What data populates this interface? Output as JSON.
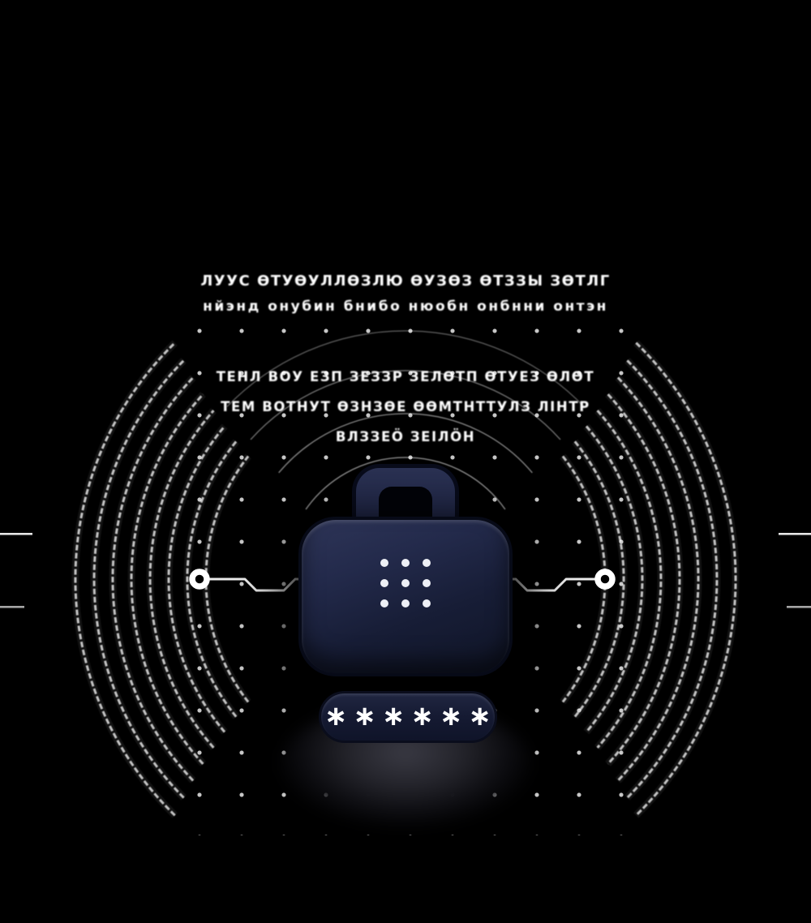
{
  "scene": {
    "background_color": "#000000",
    "foreground_color": "#ffffff",
    "briefcase_color": "#1c2240",
    "briefcase_outline_color": "#070a17"
  },
  "heading": {
    "line1": "ЛУУС ӨТУӨУЛЛӨЗЛЮ ӨУЗӨЗ ӨТЗЗЫ ЗӨТЛГ",
    "line2": "нйэнд онубин бнибо нюобн онбнни онтэн"
  },
  "body_text": {
    "line1": "ТЕНЛ ВОУ ЕЗП ЗЕЗЗР ЗЕЛӨТП ӨТУЕЗ ӨЛӨТ",
    "line2": "ТЕМ ВОТНУТ ӨЗНЗӨЕ ӨӨМТНТТУЛЗ ЛІНТР",
    "line3": "ВЛЗЗЕӦ ЗЕІЛӦН"
  },
  "password_field": {
    "value": "∗∗∗∗∗∗",
    "char_count": 6
  },
  "briefcase": {
    "dot_grid_rows": 3,
    "dot_grid_cols": 3
  }
}
